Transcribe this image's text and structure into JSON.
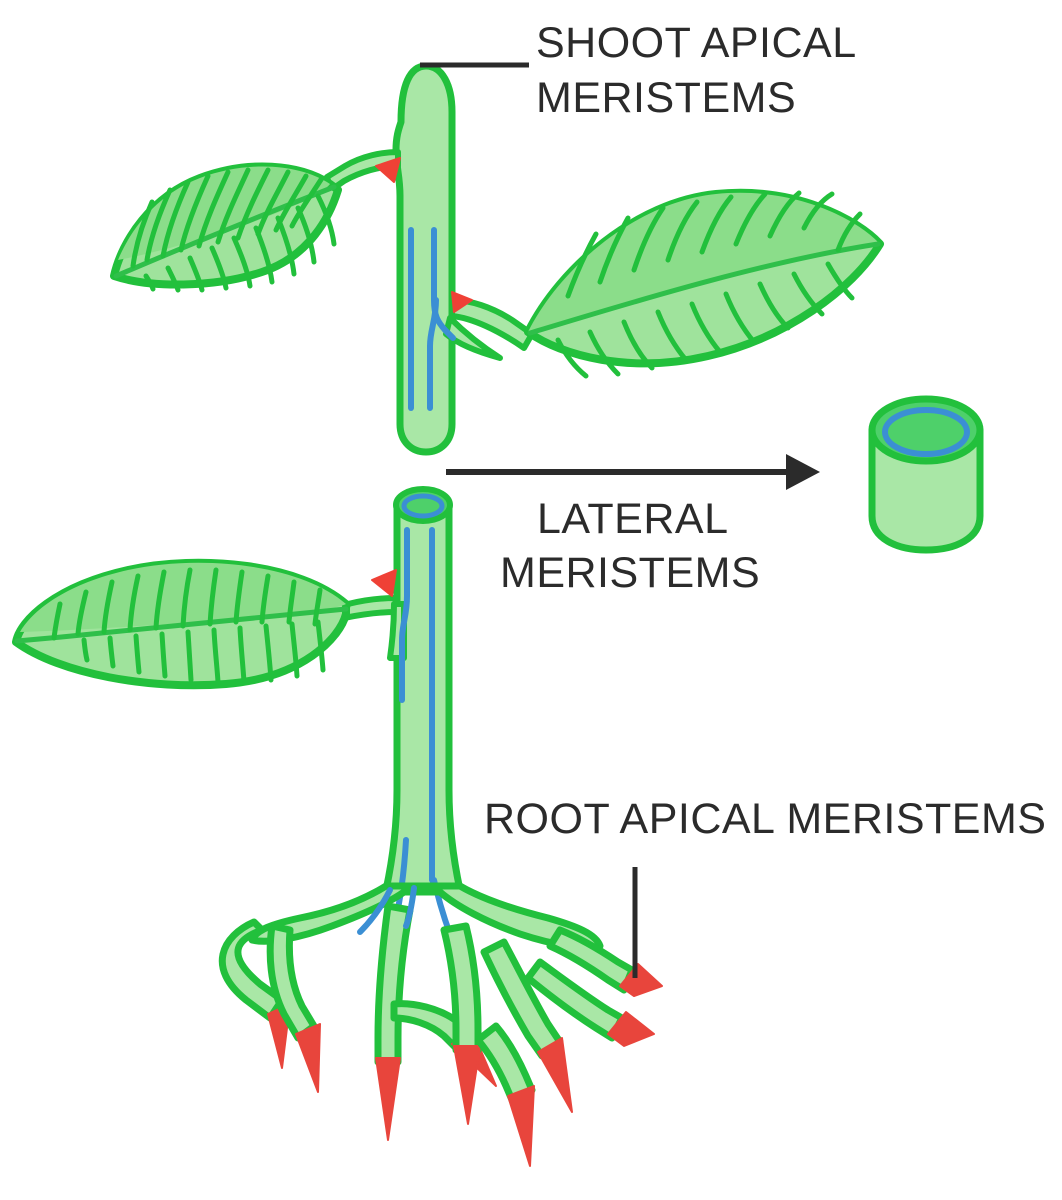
{
  "diagram": {
    "title": "Plant Meristems Diagram",
    "background_color": "#ffffff",
    "labels": {
      "shoot_apical_line1": "SHOOT APICAL",
      "shoot_apical_line2": "MERISTEMS",
      "lateral_line1": "LATERAL",
      "lateral_line2": "MERISTEMS",
      "root_apical": "ROOT APICAL MERISTEMS"
    },
    "colors": {
      "text": "#2b2b2b",
      "organ_fill": "#a9e7a6",
      "organ_stroke": "#22c03c",
      "leaf_fill": "#9fe39c",
      "leaf_upper_fill": "#8bdd8a",
      "vascular_blue": "#3b8fd4",
      "meristem_red": "#e8453c",
      "bud_red": "#ef4136",
      "cylinder_top": "#4ed06a"
    },
    "elements": {
      "shoot_apex": "shoot-apical-meristem-dome",
      "upper_stem": "upper-stem",
      "upper_leaf_left": "upper-left-leaf",
      "upper_leaf_right": "upper-right-leaf",
      "axillary_bud_upper_left": "axillary-bud",
      "axillary_bud_upper_right": "axillary-bud",
      "transform_arrow": "lateral-meristem-arrow",
      "cylinder": "lateral-meristem-cylinder",
      "lower_stem": "lower-stem",
      "lower_leaf": "lower-left-leaf",
      "axillary_bud_lower": "axillary-bud",
      "root_system": "root-system",
      "root_tip_count": 8
    }
  }
}
